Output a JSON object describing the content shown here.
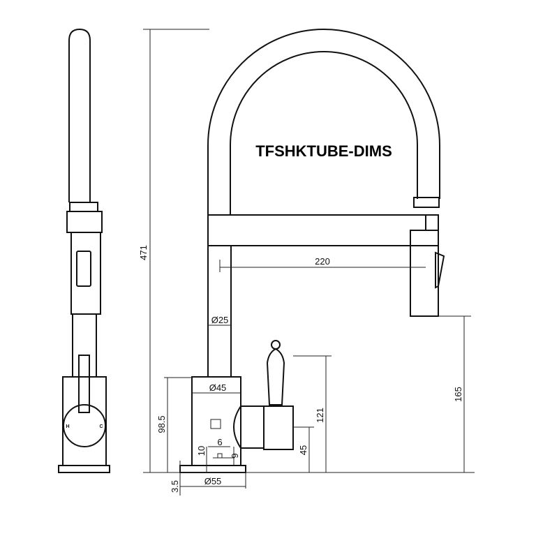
{
  "title": "TFSHKTUBE-DIMS",
  "side_view": {
    "hot_label": "H",
    "cold_label": "C"
  },
  "dimensions": {
    "overall_height": "471",
    "spout_reach": "220",
    "tube_diameter": "Ø25",
    "spout_height": "165",
    "handle_height": "121",
    "lever_height": "45",
    "body_height": "98.5",
    "base_thickness": "3.5",
    "body_diameter": "Ø45",
    "base_diameter": "Ø55",
    "logo_offset": "10",
    "logo_width": "6",
    "logo_height": "6"
  },
  "colors": {
    "line": "#111111",
    "background": "#ffffff"
  }
}
